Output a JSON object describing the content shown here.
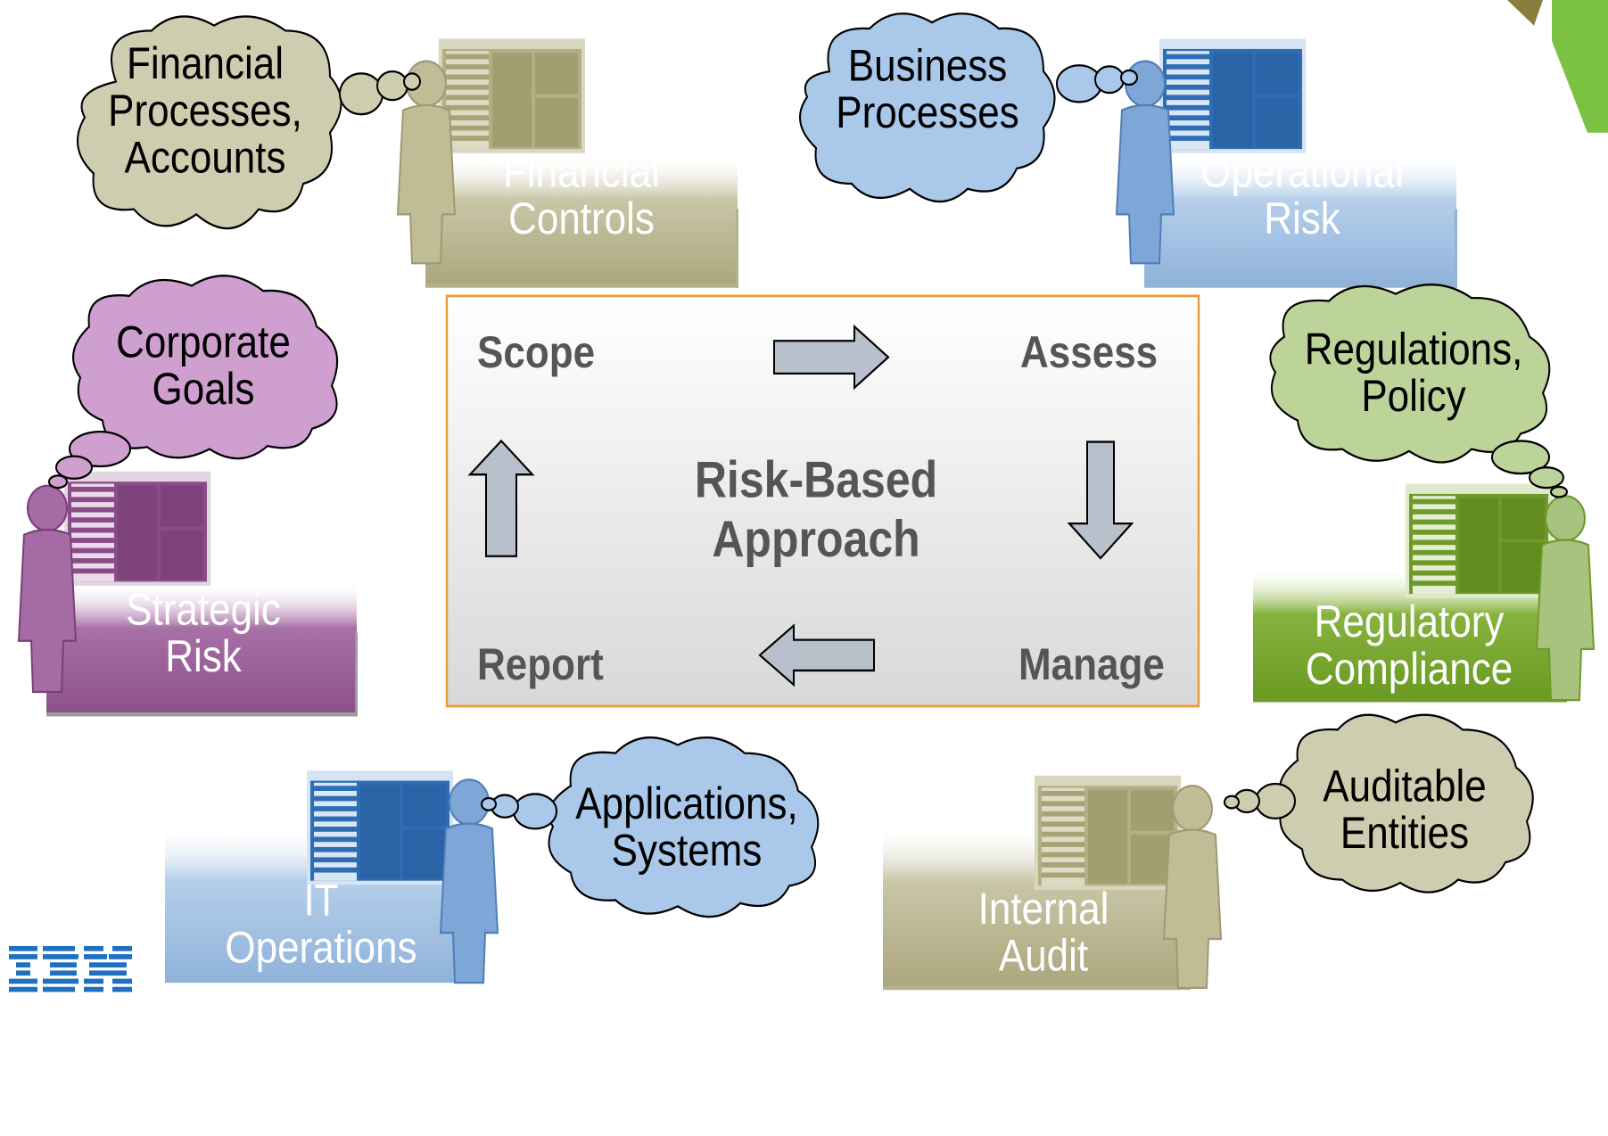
{
  "process": {
    "scope": "Scope",
    "assess": "Assess",
    "manage": "Manage",
    "report": "Report",
    "center_line1": "Risk-Based",
    "center_line2": "Approach"
  },
  "personas": [
    {
      "key": "financial",
      "panel": [
        "Financial",
        "Controls"
      ],
      "bubble": [
        "Financial",
        "Processes,",
        "Accounts"
      ],
      "color": "#b2ad86",
      "cloud": "#cfcdb0"
    },
    {
      "key": "operational",
      "panel": [
        "Operational",
        "Risk"
      ],
      "bubble": [
        "Business",
        "Processes"
      ],
      "color": "#8fb4df",
      "cloud": "#a9c8ea"
    },
    {
      "key": "strategic",
      "panel": [
        "Strategic",
        "Risk"
      ],
      "bubble": [
        "Corporate",
        "Goals"
      ],
      "color": "#8b4a8a",
      "cloud": "#cf9fcf"
    },
    {
      "key": "regulatory",
      "panel": [
        "Regulatory",
        "Compliance"
      ],
      "bubble": [
        "Regulations,",
        "Policy"
      ],
      "color": "#6f9a2a",
      "cloud": "#bcd49a"
    },
    {
      "key": "it",
      "panel": [
        "IT",
        "Operations"
      ],
      "bubble": [
        "Applications,",
        "Systems"
      ],
      "color": "#8fb4df",
      "cloud": "#a9c8ea"
    },
    {
      "key": "audit",
      "panel": [
        "Internal",
        "Audit"
      ],
      "bubble": [
        "Auditable",
        "Entities"
      ],
      "color": "#b2ad86",
      "cloud": "#cfcdb0"
    }
  ],
  "logo": "IBM"
}
